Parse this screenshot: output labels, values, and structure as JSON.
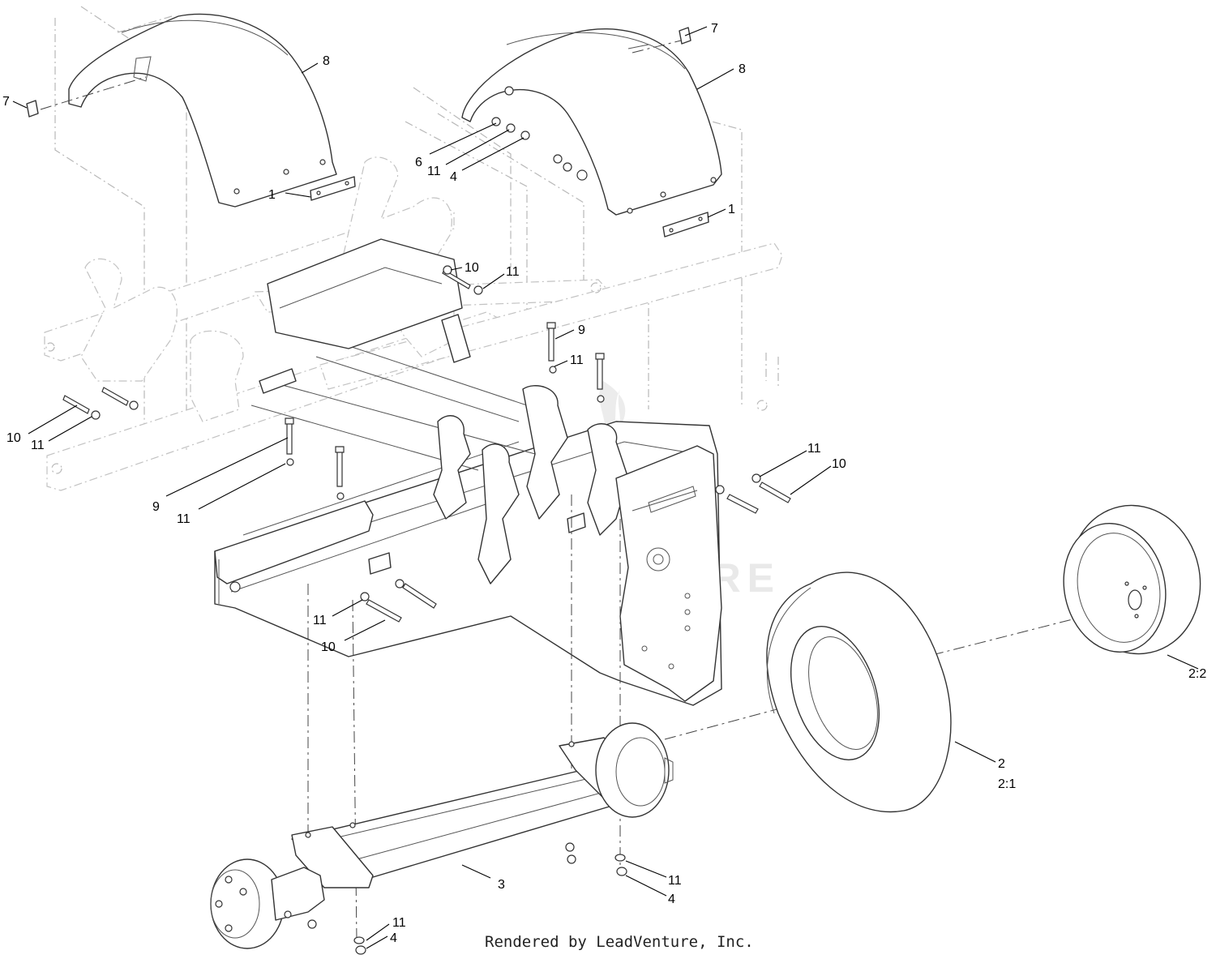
{
  "diagram": {
    "watermark": "LEADVENTURE",
    "footer": "Rendered by LeadVenture, Inc.",
    "callouts": [
      {
        "id": "c7a",
        "label": "7"
      },
      {
        "id": "c8a",
        "label": "8"
      },
      {
        "id": "c1a",
        "label": "1"
      },
      {
        "id": "c7b",
        "label": "7"
      },
      {
        "id": "c8b",
        "label": "8"
      },
      {
        "id": "c6",
        "label": "6"
      },
      {
        "id": "c11a",
        "label": "11"
      },
      {
        "id": "c4a",
        "label": "4"
      },
      {
        "id": "c1b",
        "label": "1"
      },
      {
        "id": "c10a",
        "label": "10"
      },
      {
        "id": "c11b",
        "label": "11"
      },
      {
        "id": "c9a",
        "label": "9"
      },
      {
        "id": "c11c",
        "label": "11"
      },
      {
        "id": "c10b",
        "label": "10"
      },
      {
        "id": "c11d",
        "label": "11"
      },
      {
        "id": "c9b",
        "label": "9"
      },
      {
        "id": "c11e",
        "label": "11"
      },
      {
        "id": "c11f",
        "label": "11"
      },
      {
        "id": "c10c",
        "label": "10"
      },
      {
        "id": "c11g",
        "label": "11"
      },
      {
        "id": "c10d",
        "label": "10"
      },
      {
        "id": "c22",
        "label": "2:2"
      },
      {
        "id": "c2",
        "label": "2"
      },
      {
        "id": "c21",
        "label": "2:1"
      },
      {
        "id": "c3",
        "label": "3"
      },
      {
        "id": "c11h",
        "label": "11"
      },
      {
        "id": "c4b",
        "label": "4"
      },
      {
        "id": "c11i",
        "label": "11"
      },
      {
        "id": "c4c",
        "label": "4"
      }
    ]
  }
}
